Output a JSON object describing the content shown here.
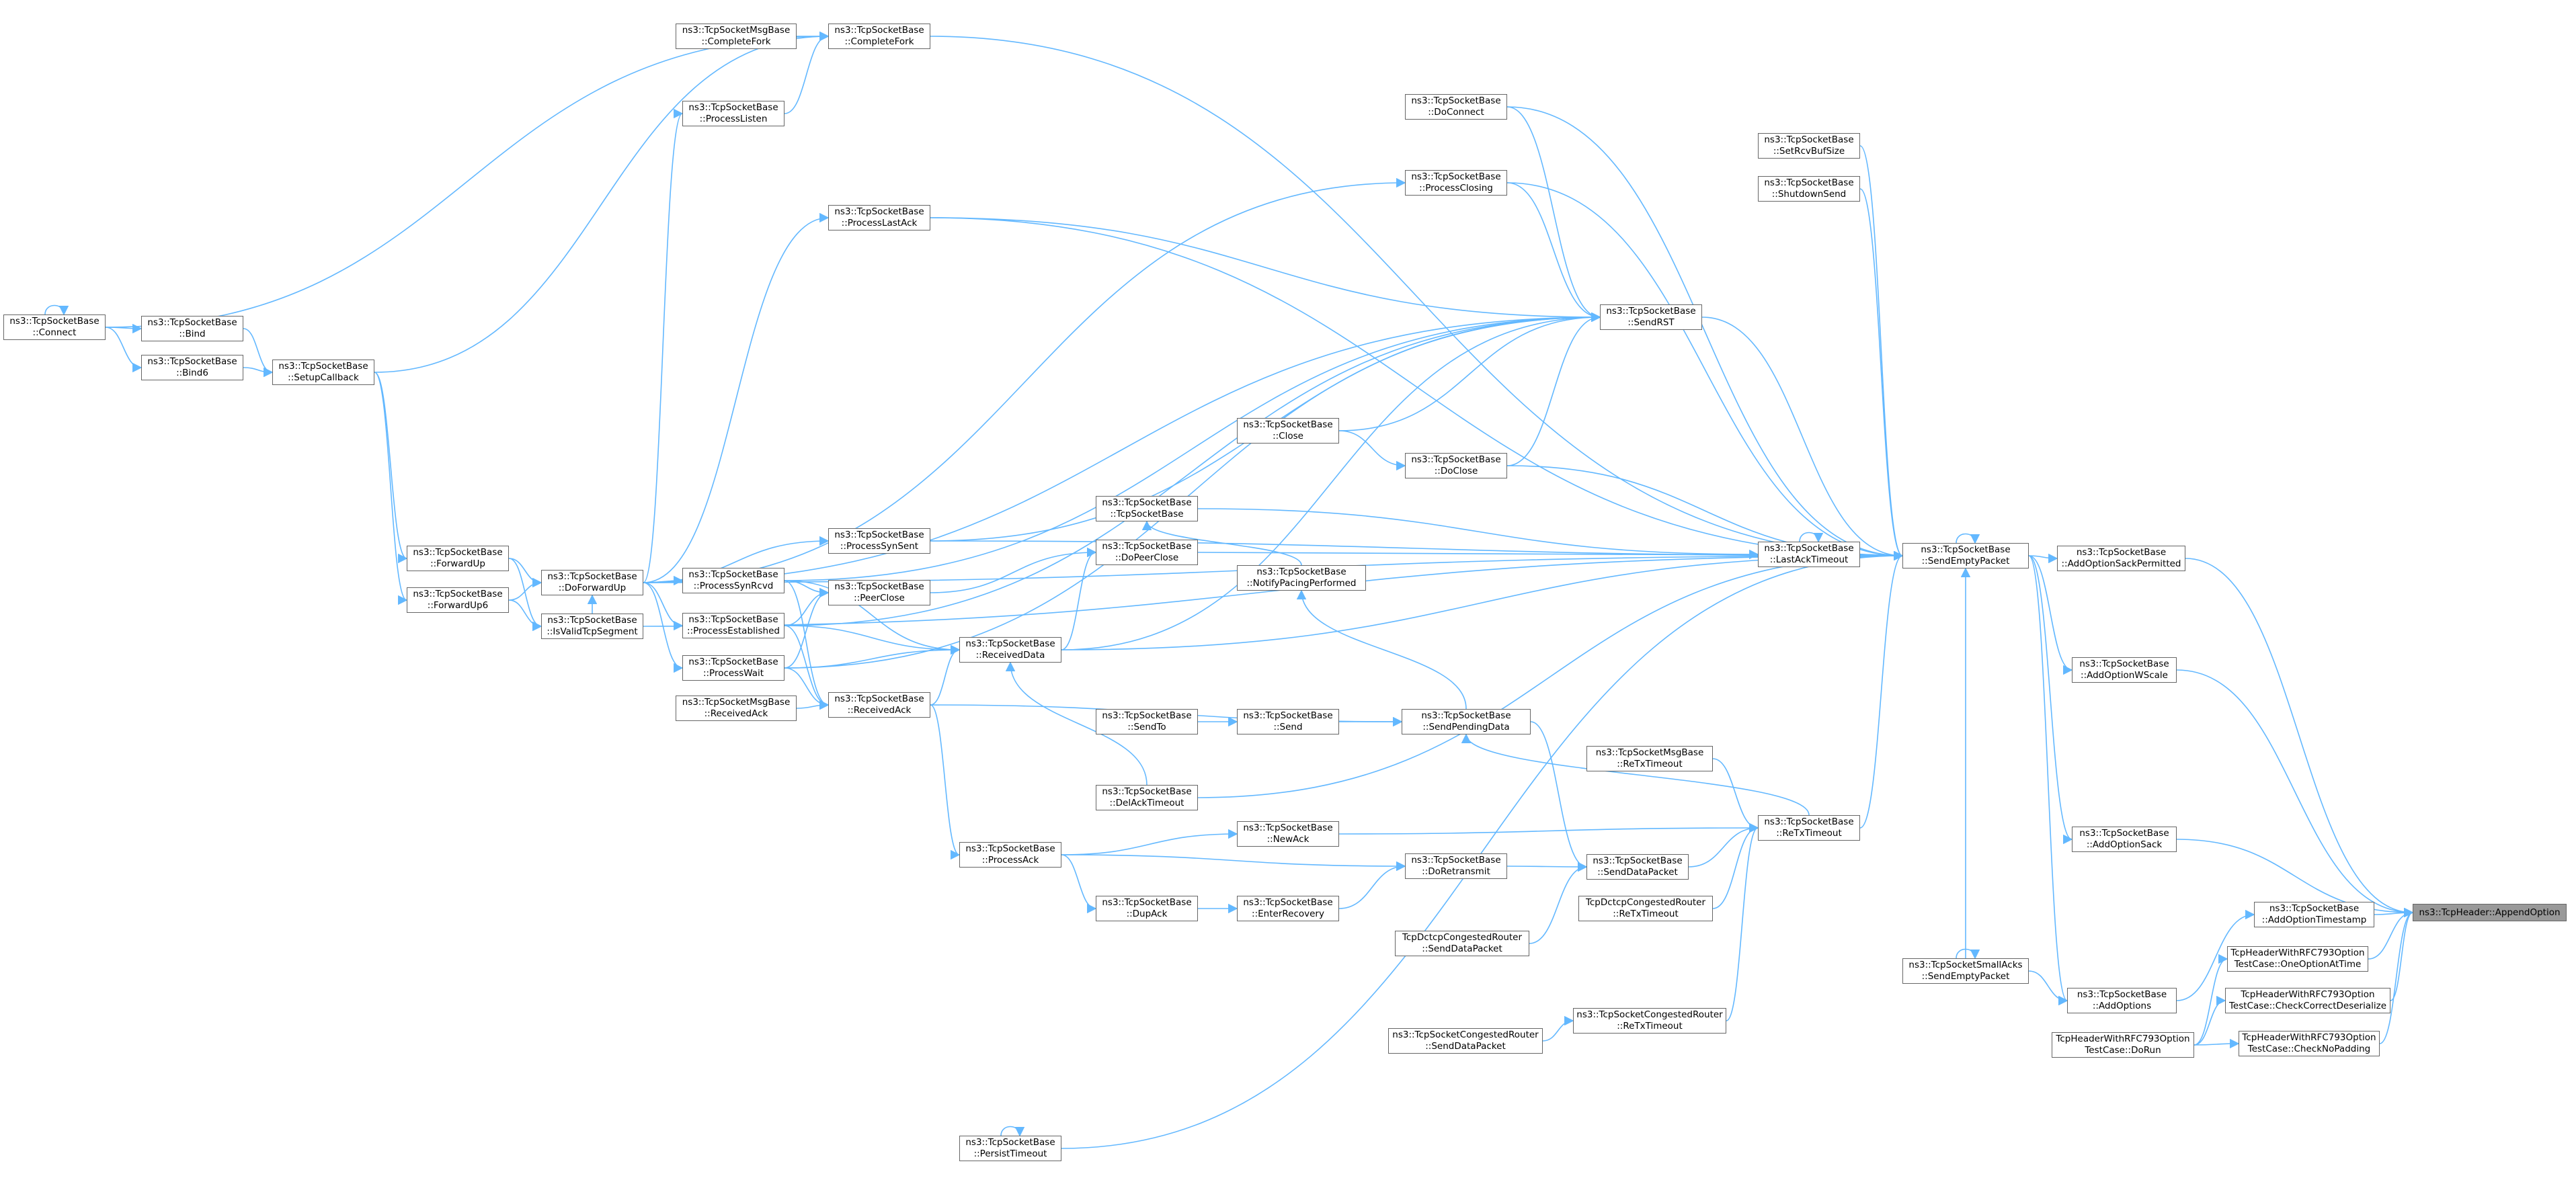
{
  "diagram": {
    "root_id": "root",
    "colors": {
      "edge": "#63b8ff",
      "node_border": "#666666",
      "node_fill": "#ffffff",
      "root_fill": "#999999"
    },
    "nodes": [
      {
        "id": "root",
        "lines": [
          "ns3::TcpHeader::AppendOption"
        ]
      },
      {
        "id": "sackperm",
        "lines": [
          "ns3::TcpSocketBase",
          "::AddOptionSackPermitted"
        ]
      },
      {
        "id": "wscale",
        "lines": [
          "ns3::TcpSocketBase",
          "::AddOptionWScale"
        ]
      },
      {
        "id": "sack",
        "lines": [
          "ns3::TcpSocketBase",
          "::AddOptionSack"
        ]
      },
      {
        "id": "tstamp",
        "lines": [
          "ns3::TcpSocketBase",
          "::AddOptionTimestamp"
        ]
      },
      {
        "id": "oneopt",
        "lines": [
          "TcpHeaderWithRFC793Option",
          "TestCase::OneOptionAtTime"
        ]
      },
      {
        "id": "checkcorrect",
        "lines": [
          "TcpHeaderWithRFC793Option",
          "TestCase::CheckCorrectDeserialize"
        ]
      },
      {
        "id": "checknopad",
        "lines": [
          "TcpHeaderWithRFC793Option",
          "TestCase::CheckNoPadding"
        ]
      },
      {
        "id": "sendempty",
        "lines": [
          "ns3::TcpSocketBase",
          "::SendEmptyPacket"
        ]
      },
      {
        "id": "addoptions",
        "lines": [
          "ns3::TcpSocketBase",
          "::AddOptions"
        ]
      },
      {
        "id": "dorun",
        "lines": [
          "TcpHeaderWithRFC793Option",
          "TestCase::DoRun"
        ]
      },
      {
        "id": "smallacks",
        "lines": [
          "ns3::TcpSocketSmallAcks",
          "::SendEmptyPacket"
        ]
      },
      {
        "id": "setrcvbuf",
        "lines": [
          "ns3::TcpSocketBase",
          "::SetRcvBufSize"
        ]
      },
      {
        "id": "shutdownsend",
        "lines": [
          "ns3::TcpSocketBase",
          "::ShutdownSend"
        ]
      },
      {
        "id": "lastack",
        "lines": [
          "ns3::TcpSocketBase",
          "::LastAckTimeout"
        ]
      },
      {
        "id": "retx",
        "lines": [
          "ns3::TcpSocketBase",
          "::ReTxTimeout"
        ]
      },
      {
        "id": "msgretx",
        "lines": [
          "ns3::TcpSocketMsgBase",
          "::ReTxTimeout"
        ]
      },
      {
        "id": "senddatapkt",
        "lines": [
          "ns3::TcpSocketBase",
          "::SendDataPacket"
        ]
      },
      {
        "id": "dctcpretx",
        "lines": [
          "TcpDctcpCongestedRouter",
          "::ReTxTimeout"
        ]
      },
      {
        "id": "dctcpsend",
        "lines": [
          "TcpDctcpCongestedRouter",
          "::SendDataPacket"
        ]
      },
      {
        "id": "congretx",
        "lines": [
          "ns3::TcpSocketCongestedRouter",
          "::ReTxTimeout"
        ]
      },
      {
        "id": "congsend",
        "lines": [
          "ns3::TcpSocketCongestedRouter",
          "::SendDataPacket"
        ]
      },
      {
        "id": "sendrst",
        "lines": [
          "ns3::TcpSocketBase",
          "::SendRST"
        ]
      },
      {
        "id": "doconnect",
        "lines": [
          "ns3::TcpSocketBase",
          "::DoConnect"
        ]
      },
      {
        "id": "processclosing",
        "lines": [
          "ns3::TcpSocketBase",
          "::ProcessClosing"
        ]
      },
      {
        "id": "doclose",
        "lines": [
          "ns3::TcpSocketBase",
          "::DoClose"
        ]
      },
      {
        "id": "close",
        "lines": [
          "ns3::TcpSocketBase",
          "::Close"
        ]
      },
      {
        "id": "ctor",
        "lines": [
          "ns3::TcpSocketBase",
          "::TcpSocketBase"
        ]
      },
      {
        "id": "dopeerclose",
        "lines": [
          "ns3::TcpSocketBase",
          "::DoPeerClose"
        ]
      },
      {
        "id": "notifypacing",
        "lines": [
          "ns3::TcpSocketBase",
          "::NotifyPacingPerformed"
        ]
      },
      {
        "id": "sendpending",
        "lines": [
          "ns3::TcpSocketBase",
          "::SendPendingData"
        ]
      },
      {
        "id": "send",
        "lines": [
          "ns3::TcpSocketBase",
          "::Send"
        ]
      },
      {
        "id": "sendto",
        "lines": [
          "ns3::TcpSocketBase",
          "::SendTo"
        ]
      },
      {
        "id": "newack",
        "lines": [
          "ns3::TcpSocketBase",
          "::NewAck"
        ]
      },
      {
        "id": "doretransmit",
        "lines": [
          "ns3::TcpSocketBase",
          "::DoRetransmit"
        ]
      },
      {
        "id": "enterrecovery",
        "lines": [
          "ns3::TcpSocketBase",
          "::EnterRecovery"
        ]
      },
      {
        "id": "dupack",
        "lines": [
          "ns3::TcpSocketBase",
          "::DupAck"
        ]
      },
      {
        "id": "processack",
        "lines": [
          "ns3::TcpSocketBase",
          "::ProcessAck"
        ]
      },
      {
        "id": "delack",
        "lines": [
          "ns3::TcpSocketBase",
          "::DelAckTimeout"
        ]
      },
      {
        "id": "persist",
        "lines": [
          "ns3::TcpSocketBase",
          "::PersistTimeout"
        ]
      },
      {
        "id": "completefork",
        "lines": [
          "ns3::TcpSocketBase",
          "::CompleteFork"
        ]
      },
      {
        "id": "msgcompletefork",
        "lines": [
          "ns3::TcpSocketMsgBase",
          "::CompleteFork"
        ]
      },
      {
        "id": "processlisten",
        "lines": [
          "ns3::TcpSocketBase",
          "::ProcessListen"
        ]
      },
      {
        "id": "processlastack",
        "lines": [
          "ns3::TcpSocketBase",
          "::ProcessLastAck"
        ]
      },
      {
        "id": "processsynsent",
        "lines": [
          "ns3::TcpSocketBase",
          "::ProcessSynSent"
        ]
      },
      {
        "id": "peerclose",
        "lines": [
          "ns3::TcpSocketBase",
          "::PeerClose"
        ]
      },
      {
        "id": "receiveddata",
        "lines": [
          "ns3::TcpSocketBase",
          "::ReceivedData"
        ]
      },
      {
        "id": "receivedack",
        "lines": [
          "ns3::TcpSocketBase",
          "::ReceivedAck"
        ]
      },
      {
        "id": "msgreceivedack",
        "lines": [
          "ns3::TcpSocketMsgBase",
          "::ReceivedAck"
        ]
      },
      {
        "id": "processsynrcvd",
        "lines": [
          "ns3::TcpSocketBase",
          "::ProcessSynRcvd"
        ]
      },
      {
        "id": "processestab",
        "lines": [
          "ns3::TcpSocketBase",
          "::ProcessEstablished"
        ]
      },
      {
        "id": "processwait",
        "lines": [
          "ns3::TcpSocketBase",
          "::ProcessWait"
        ]
      },
      {
        "id": "doforwardup",
        "lines": [
          "ns3::TcpSocketBase",
          "::DoForwardUp"
        ]
      },
      {
        "id": "isvalid",
        "lines": [
          "ns3::TcpSocketBase",
          "::IsValidTcpSegment"
        ]
      },
      {
        "id": "forwardup",
        "lines": [
          "ns3::TcpSocketBase",
          "::ForwardUp"
        ]
      },
      {
        "id": "forwardup6",
        "lines": [
          "ns3::TcpSocketBase",
          "::ForwardUp6"
        ]
      },
      {
        "id": "setupcb",
        "lines": [
          "ns3::TcpSocketBase",
          "::SetupCallback"
        ]
      },
      {
        "id": "bind",
        "lines": [
          "ns3::TcpSocketBase",
          "::Bind"
        ]
      },
      {
        "id": "bind6",
        "lines": [
          "ns3::TcpSocketBase",
          "::Bind6"
        ]
      },
      {
        "id": "connect",
        "lines": [
          "ns3::TcpSocketBase",
          "::Connect"
        ]
      }
    ],
    "edges": [
      [
        "sackperm",
        "root"
      ],
      [
        "wscale",
        "root"
      ],
      [
        "sack",
        "root"
      ],
      [
        "tstamp",
        "root"
      ],
      [
        "oneopt",
        "root"
      ],
      [
        "checkcorrect",
        "root"
      ],
      [
        "checknopad",
        "root"
      ],
      [
        "sendempty",
        "sackperm"
      ],
      [
        "sendempty",
        "wscale"
      ],
      [
        "sendempty",
        "sack"
      ],
      [
        "addoptions",
        "tstamp"
      ],
      [
        "dorun",
        "oneopt"
      ],
      [
        "dorun",
        "checkcorrect"
      ],
      [
        "dorun",
        "checknopad"
      ],
      [
        "sendempty",
        "addoptions"
      ],
      [
        "smallacks",
        "addoptions"
      ],
      [
        "smallacks",
        "smallacks"
      ],
      [
        "sendempty",
        "sendempty"
      ],
      [
        "smallacks",
        "sendempty"
      ],
      [
        "setrcvbuf",
        "sendempty"
      ],
      [
        "shutdownsend",
        "sendempty"
      ],
      [
        "lastack",
        "sendempty"
      ],
      [
        "lastack",
        "lastack"
      ],
      [
        "retx",
        "sendempty"
      ],
      [
        "msgretx",
        "retx"
      ],
      [
        "senddatapkt",
        "retx"
      ],
      [
        "dctcpretx",
        "retx"
      ],
      [
        "congretx",
        "retx"
      ],
      [
        "dctcpsend",
        "senddatapkt"
      ],
      [
        "congsend",
        "congretx"
      ],
      [
        "sendrst",
        "sendempty"
      ],
      [
        "doconnect",
        "sendempty"
      ],
      [
        "processclosing",
        "sendempty"
      ],
      [
        "doclose",
        "sendempty"
      ],
      [
        "close",
        "doclose"
      ],
      [
        "ctor",
        "lastack"
      ],
      [
        "dopeerclose",
        "sendempty"
      ],
      [
        "doconnect",
        "sendrst"
      ],
      [
        "processclosing",
        "sendrst"
      ],
      [
        "doclose",
        "sendrst"
      ],
      [
        "close",
        "sendrst"
      ],
      [
        "notifypacing",
        "ctor"
      ],
      [
        "sendpending",
        "notifypacing"
      ],
      [
        "sendpending",
        "senddatapkt"
      ],
      [
        "retx",
        "sendpending"
      ],
      [
        "send",
        "sendpending"
      ],
      [
        "sendto",
        "send"
      ],
      [
        "newack",
        "retx"
      ],
      [
        "doretransmit",
        "senddatapkt"
      ],
      [
        "enterrecovery",
        "doretransmit"
      ],
      [
        "dupack",
        "enterrecovery"
      ],
      [
        "processack",
        "newack"
      ],
      [
        "processack",
        "doretransmit"
      ],
      [
        "processack",
        "dupack"
      ],
      [
        "delack",
        "sendempty"
      ],
      [
        "delack",
        "receiveddata"
      ],
      [
        "persist",
        "sendempty"
      ],
      [
        "persist",
        "persist"
      ],
      [
        "completefork",
        "sendempty"
      ],
      [
        "msgcompletefork",
        "completefork"
      ],
      [
        "processlisten",
        "completefork"
      ],
      [
        "processlastack",
        "sendempty"
      ],
      [
        "processlastack",
        "sendrst"
      ],
      [
        "processsynsent",
        "sendempty"
      ],
      [
        "processsynsent",
        "sendrst"
      ],
      [
        "peerclose",
        "dopeerclose"
      ],
      [
        "receiveddata",
        "dopeerclose"
      ],
      [
        "receiveddata",
        "sendempty"
      ],
      [
        "receiveddata",
        "sendrst"
      ],
      [
        "receivedack",
        "receiveddata"
      ],
      [
        "receivedack",
        "sendpending"
      ],
      [
        "msgreceivedack",
        "receivedack"
      ],
      [
        "receivedack",
        "processack"
      ],
      [
        "processsynrcvd",
        "sendrst"
      ],
      [
        "processsynrcvd",
        "peerclose"
      ],
      [
        "processsynrcvd",
        "receiveddata"
      ],
      [
        "processsynrcvd",
        "receivedack"
      ],
      [
        "processestab",
        "peerclose"
      ],
      [
        "processestab",
        "receiveddata"
      ],
      [
        "processestab",
        "receivedack"
      ],
      [
        "processestab",
        "sendrst"
      ],
      [
        "processwait",
        "peerclose"
      ],
      [
        "processwait",
        "receiveddata"
      ],
      [
        "processwait",
        "receivedack"
      ],
      [
        "processwait",
        "sendrst"
      ],
      [
        "doforwardup",
        "processlisten"
      ],
      [
        "doforwardup",
        "processlastack"
      ],
      [
        "doforwardup",
        "processsynsent"
      ],
      [
        "doforwardup",
        "processsynrcvd"
      ],
      [
        "doforwardup",
        "processestab"
      ],
      [
        "doforwardup",
        "processwait"
      ],
      [
        "doforwardup",
        "processclosing"
      ],
      [
        "doforwardup",
        "sendrst"
      ],
      [
        "doforwardup",
        "sendempty"
      ],
      [
        "isvalid",
        "doforwardup"
      ],
      [
        "isvalid",
        "sendempty"
      ],
      [
        "forwardup",
        "doforwardup"
      ],
      [
        "forwardup6",
        "doforwardup"
      ],
      [
        "forwardup",
        "isvalid"
      ],
      [
        "forwardup6",
        "isvalid"
      ],
      [
        "setupcb",
        "forwardup"
      ],
      [
        "setupcb",
        "forwardup6"
      ],
      [
        "bind",
        "setupcb"
      ],
      [
        "bind6",
        "setupcb"
      ],
      [
        "connect",
        "bind"
      ],
      [
        "connect",
        "bind6"
      ],
      [
        "connect",
        "connect"
      ],
      [
        "setupcb",
        "completefork"
      ],
      [
        "connect",
        "completefork"
      ]
    ]
  }
}
